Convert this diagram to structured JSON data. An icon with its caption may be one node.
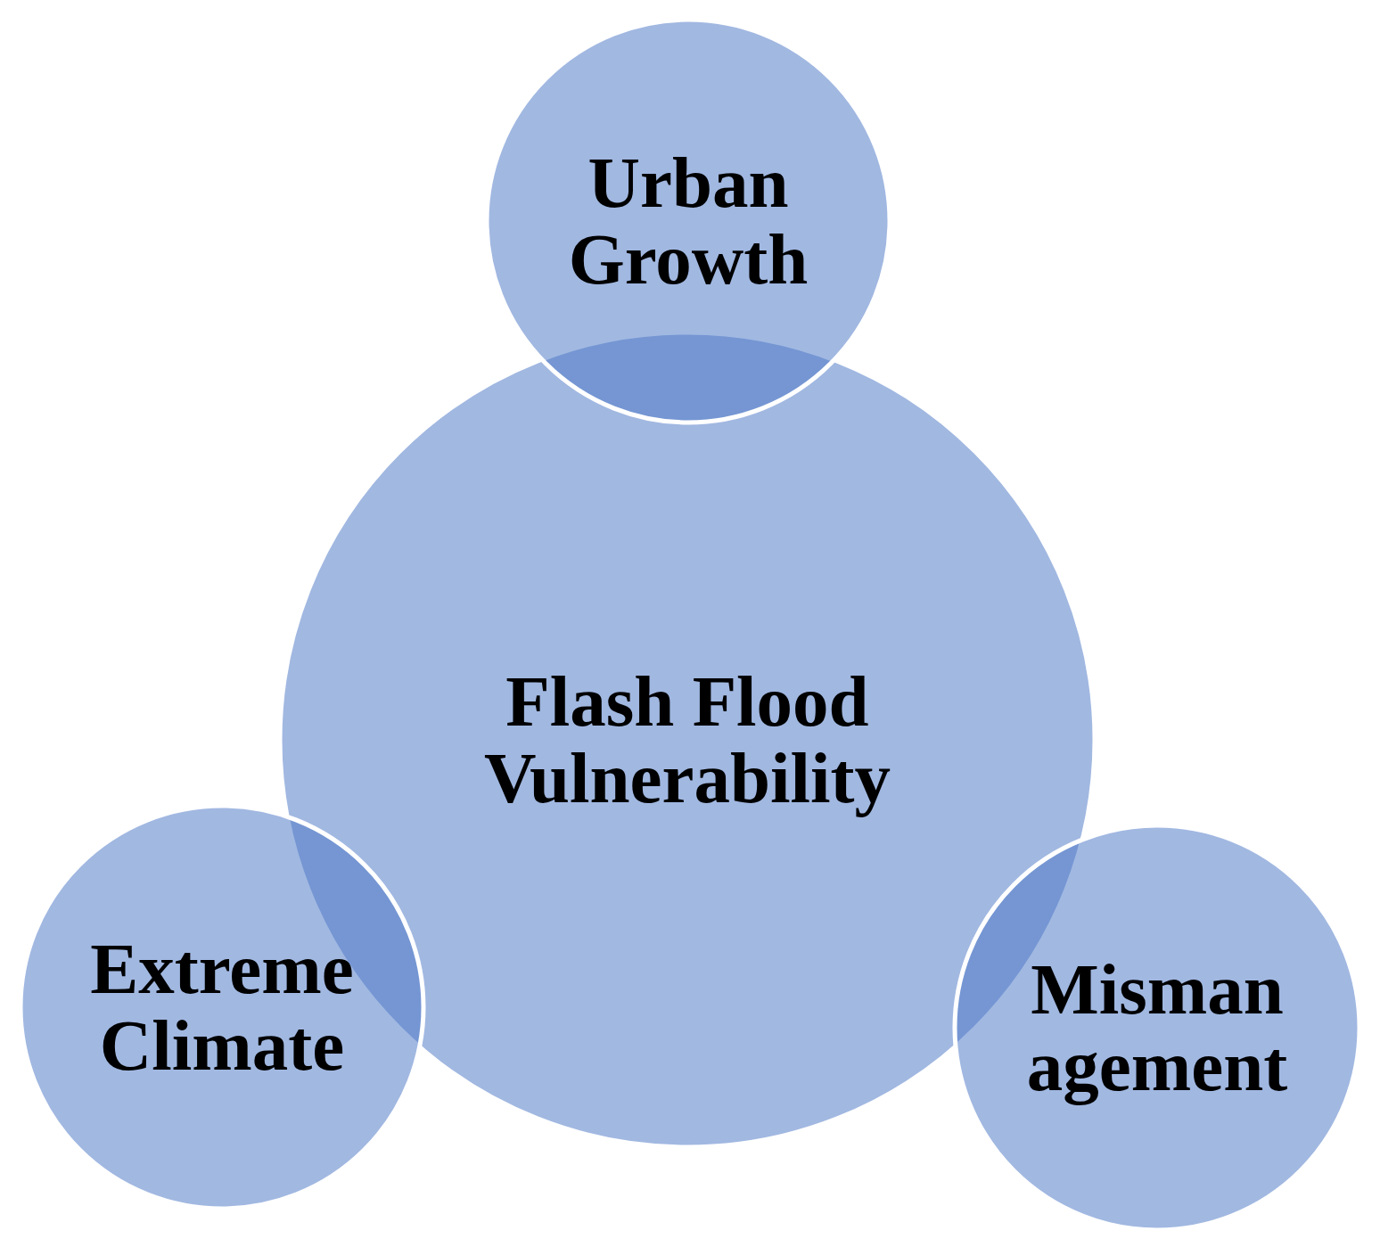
{
  "diagram": {
    "nodes": [
      {
        "text": [
          "Urban Growth"
        ]
      },
      {
        "text": [
          "Flash Flood Vulnerability"
        ]
      },
      {
        "text": [
          "Extreme Climate"
        ]
      },
      {
        "text": [
          "Misman agement"
        ]
      }
    ]
  }
}
